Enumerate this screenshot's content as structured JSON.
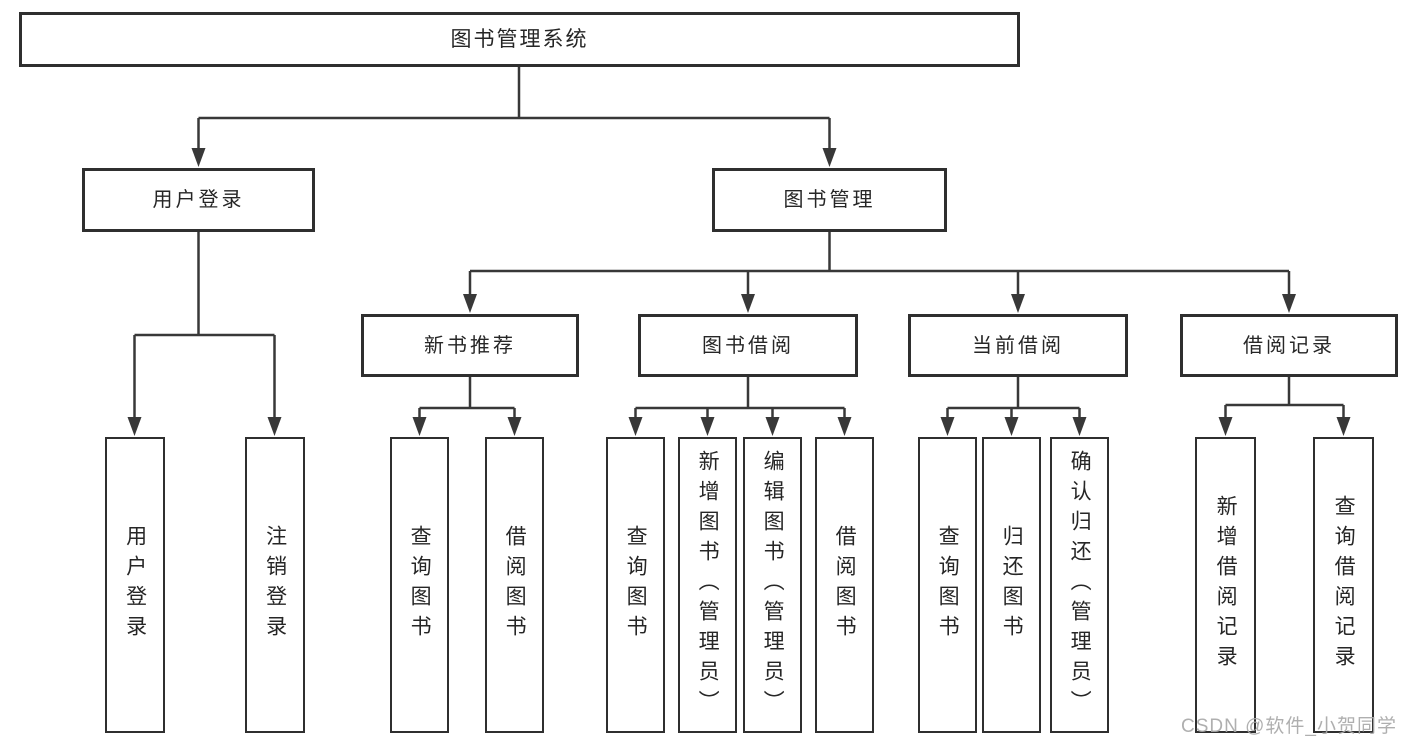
{
  "diagram": {
    "root": {
      "label": "图书管理系统"
    },
    "branches": [
      {
        "label": "用户登录",
        "children": [
          {
            "label": "用户登录"
          },
          {
            "label": "注销登录"
          }
        ]
      },
      {
        "label": "图书管理",
        "children": [
          {
            "label": "新书推荐",
            "children": [
              {
                "label": "查询图书"
              },
              {
                "label": "借阅图书"
              }
            ]
          },
          {
            "label": "图书借阅",
            "children": [
              {
                "label": "查询图书"
              },
              {
                "label": "新增图书（管理员）"
              },
              {
                "label": "编辑图书（管理员）"
              },
              {
                "label": "借阅图书"
              }
            ]
          },
          {
            "label": "当前借阅",
            "children": [
              {
                "label": "查询图书"
              },
              {
                "label": "归还图书"
              },
              {
                "label": "确认归还（管理员）"
              }
            ]
          },
          {
            "label": "借阅记录",
            "children": [
              {
                "label": "新增借阅记录"
              },
              {
                "label": "查询借阅记录"
              }
            ]
          }
        ]
      }
    ]
  },
  "watermark": "CSDN @软件_小贺同学",
  "colors": {
    "line": "#383838",
    "border": "#2f2f2f",
    "text": "#262626",
    "watermark": "#a9a9a9",
    "background": "#ffffff"
  }
}
